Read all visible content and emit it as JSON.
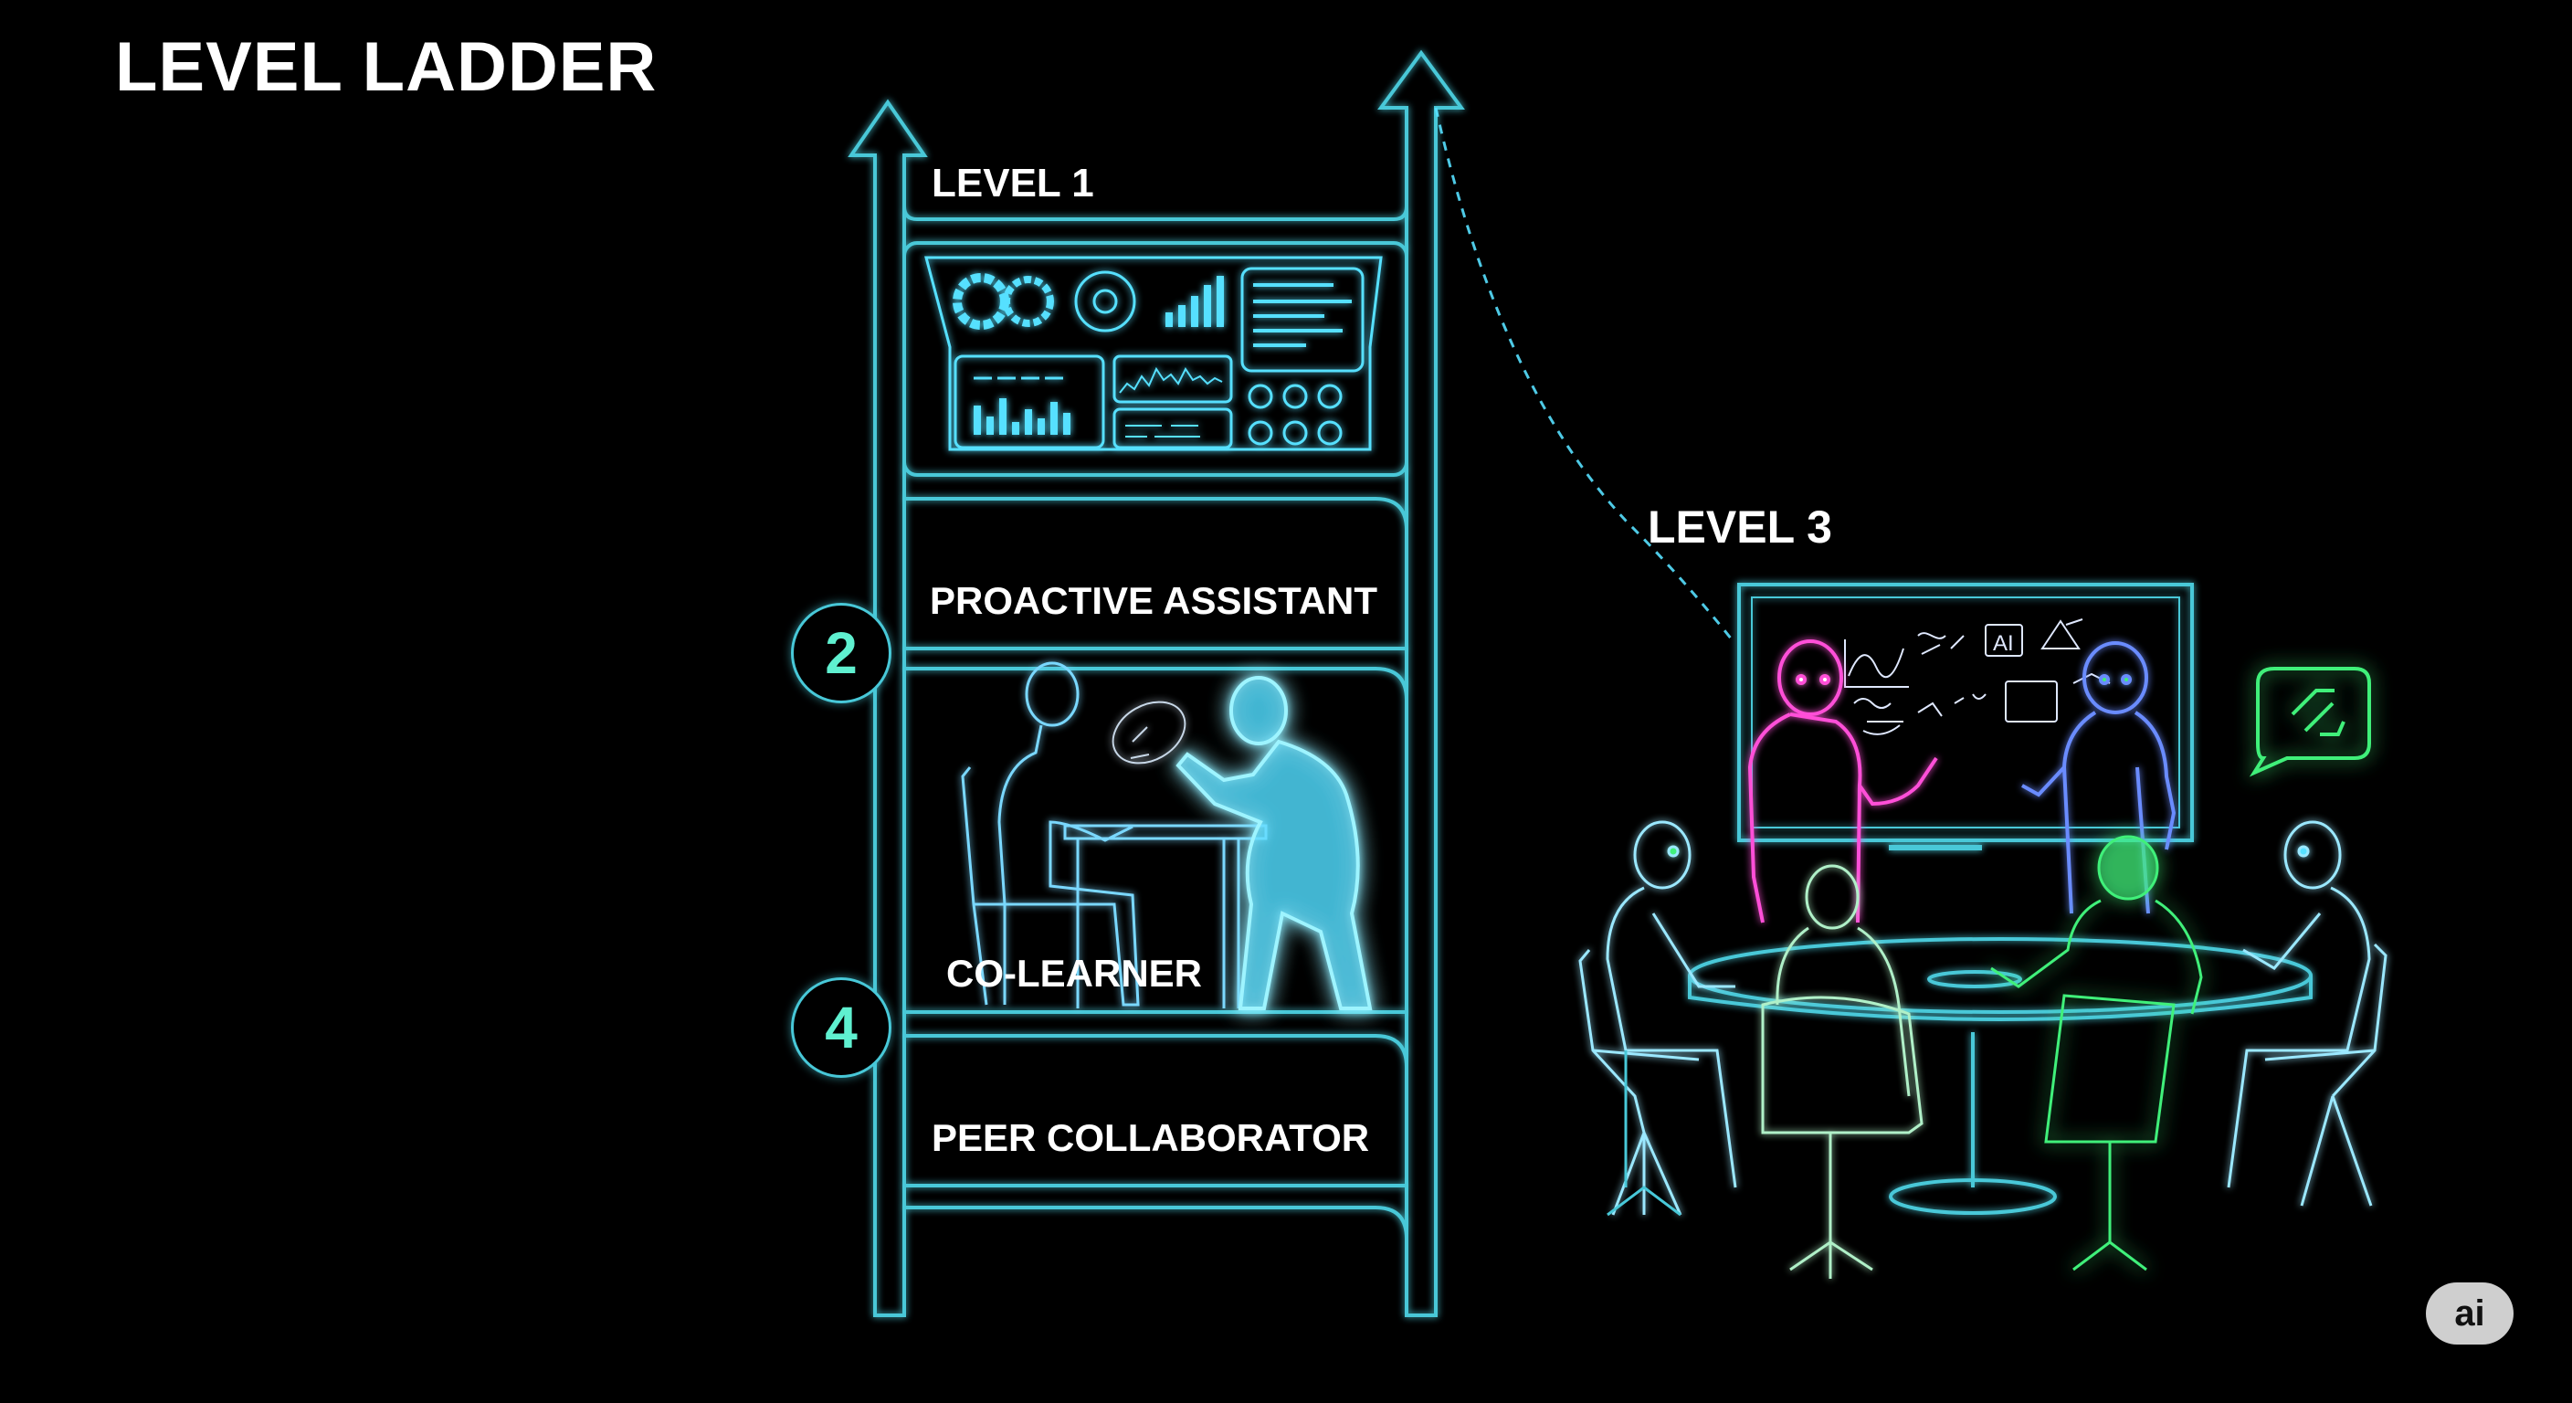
{
  "title": "LEVEL LADDER",
  "levels": {
    "level1": "LEVEL 1",
    "level3": "LEVEL 3",
    "proactive_assistant": "PROACTIVE ASSISTANT",
    "co_learner": "CO-LEARNER",
    "peer_collaborator": "PEER COLLABORATOR"
  },
  "markers": {
    "two": "2",
    "four": "4"
  },
  "whiteboard_text": "AI",
  "badge": "ai",
  "colors": {
    "frame": "#48c8d8",
    "glow_cyan": "#56e0ff",
    "glow_green": "#3ff07a",
    "glow_pink": "#ff4fd8",
    "glow_blue": "#4a7bff",
    "number": "#5ff0d0"
  },
  "icons": [
    "dashboard-icon",
    "speech-bubble-icon",
    "up-arrow-icon"
  ]
}
